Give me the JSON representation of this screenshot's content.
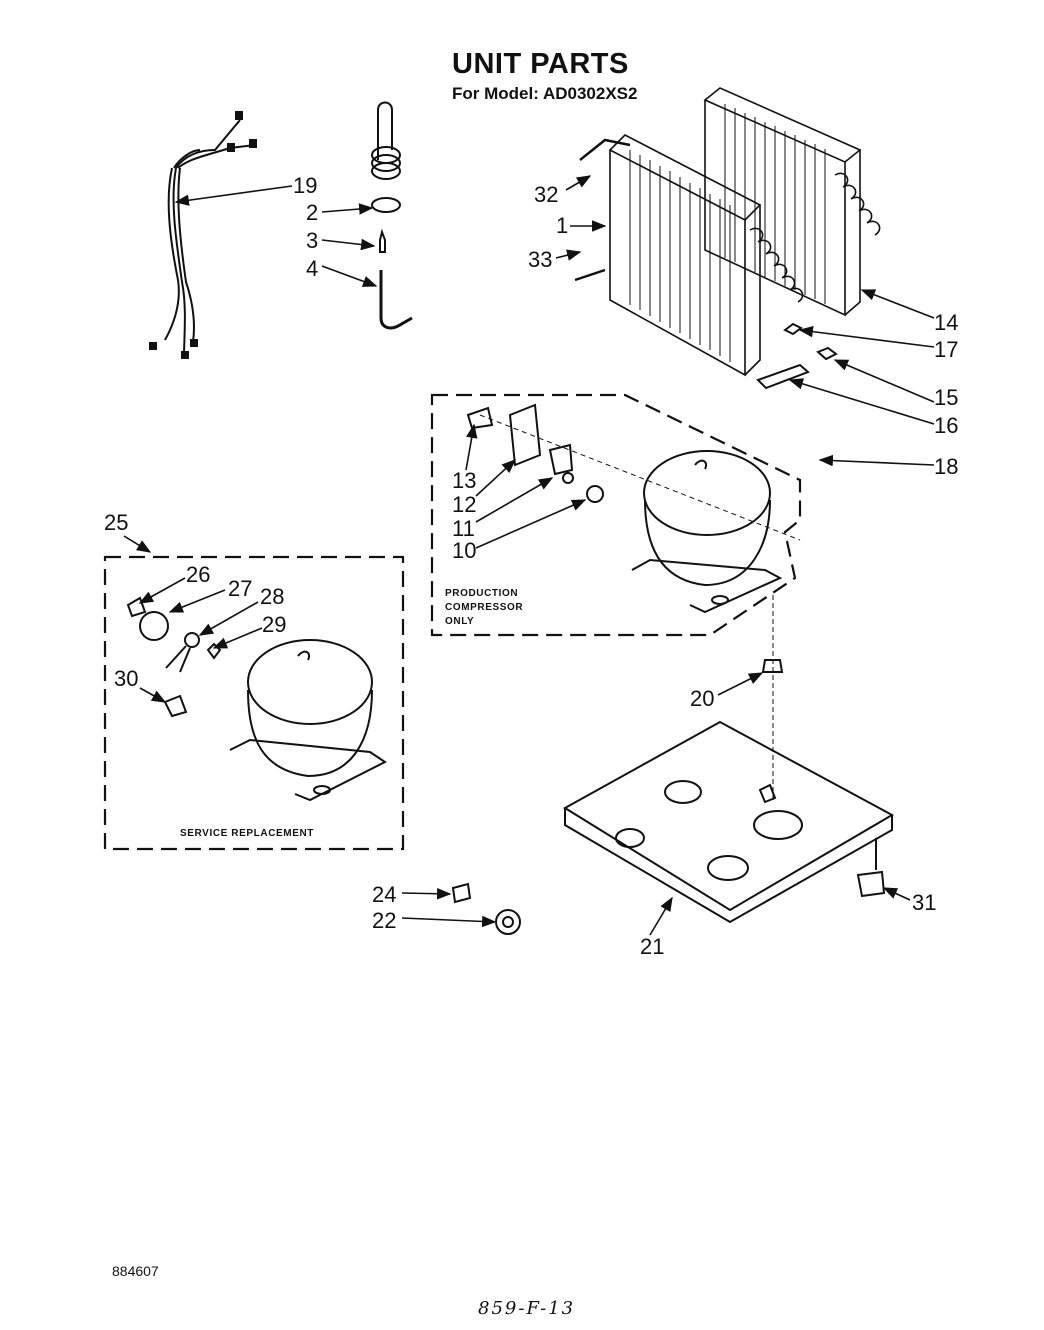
{
  "header": {
    "title": "UNIT PARTS",
    "subtitle": "For Model: AD0302XS2"
  },
  "callouts": {
    "p1": "1",
    "p2": "2",
    "p3": "3",
    "p4": "4",
    "p10": "10",
    "p11": "11",
    "p12": "12",
    "p13": "13",
    "p14": "14",
    "p15": "15",
    "p16": "16",
    "p17": "17",
    "p18": "18",
    "p19": "19",
    "p20": "20",
    "p21": "21",
    "p22": "22",
    "p24": "24",
    "p25": "25",
    "p26": "26",
    "p27": "27",
    "p28": "28",
    "p29": "29",
    "p30": "30",
    "p31": "31",
    "p32": "32",
    "p33": "33"
  },
  "boxes": {
    "production_line1": "PRODUCTION",
    "production_line2": "COMPRESSOR",
    "production_line3": "ONLY",
    "service": "SERVICE REPLACEMENT"
  },
  "footer": {
    "doc_number": "884607",
    "handwritten": "859-F-13"
  }
}
